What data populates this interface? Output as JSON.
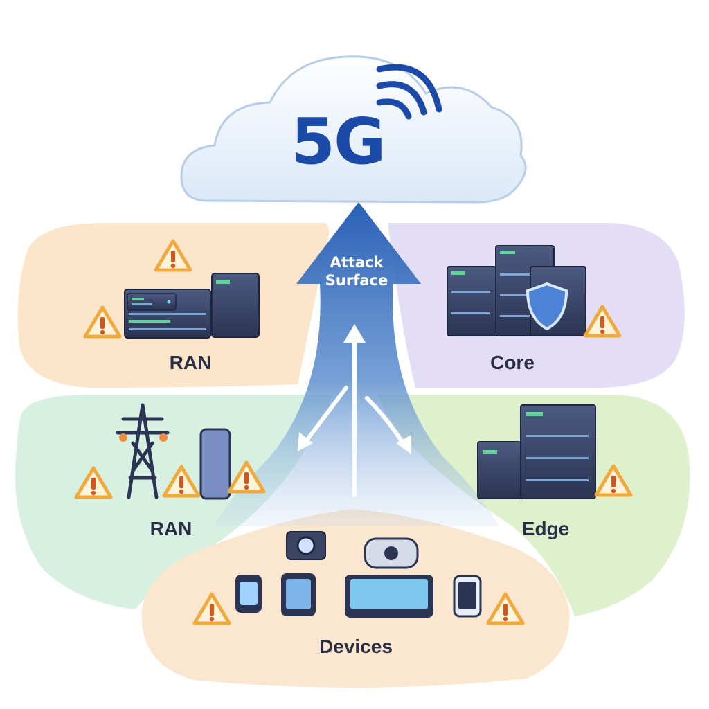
{
  "brand": {
    "text": "5G"
  },
  "attack_surface": {
    "line1": "Attack",
    "line2": "Surface"
  },
  "zones": {
    "ran_top": {
      "label": "RAN"
    },
    "core": {
      "label": "Core"
    },
    "ran_bottom": {
      "label": "RAN"
    },
    "edge": {
      "label": "Edge"
    },
    "devices": {
      "label": "Devices"
    }
  },
  "colors": {
    "brand_blue": "#1c4aa8",
    "ran_top_zone": "#fbe3c6",
    "core_zone": "#e3dbf5",
    "ran_bottom_zone": "#d6efe0",
    "edge_zone": "#dcefc9",
    "devices_zone": "#fbe6cc",
    "warning": "#f2a93b"
  },
  "icons": [
    "cloud-icon",
    "wifi-signal-icon",
    "server-rack-icon",
    "shield-icon",
    "warning-icon",
    "transmission-tower-icon",
    "camera-icon",
    "smartwatch-icon",
    "robot-icon",
    "tablet-icon",
    "phone-icon"
  ]
}
